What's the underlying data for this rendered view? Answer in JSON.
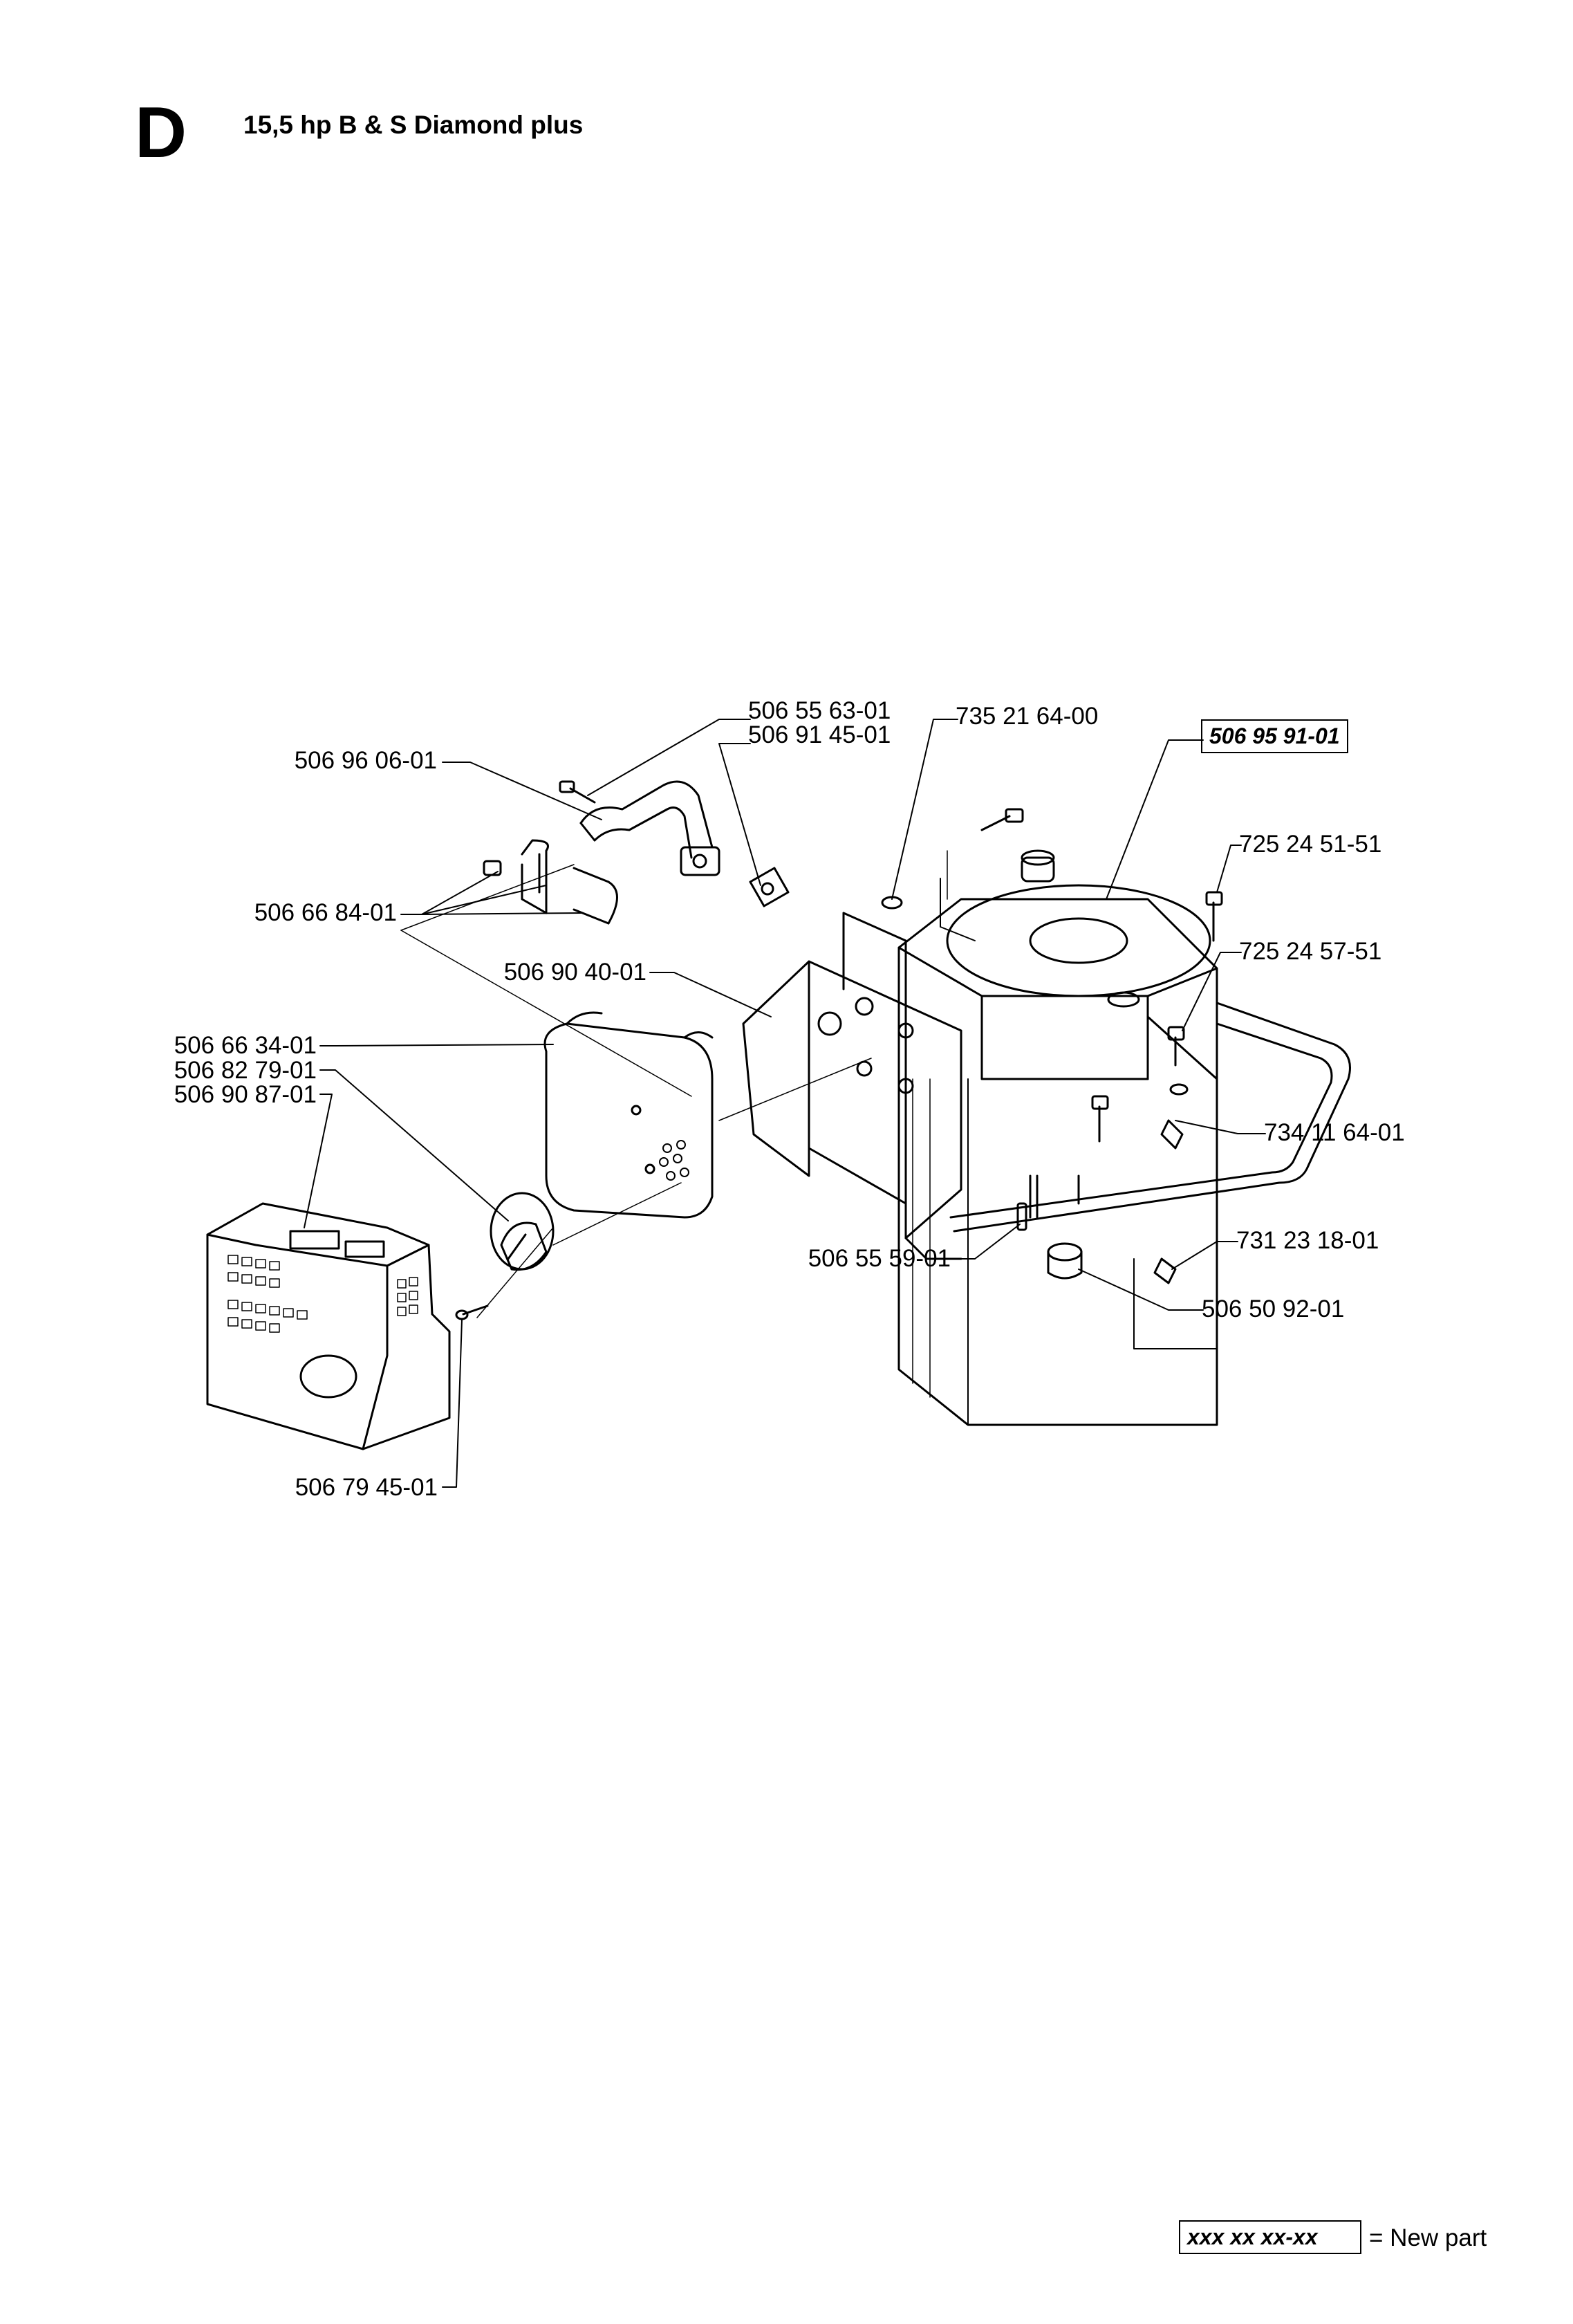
{
  "header": {
    "section_letter": "D",
    "title": "15,5 hp B & S Diamond plus"
  },
  "parts": [
    {
      "id": "p1",
      "number": "506 55 63-01"
    },
    {
      "id": "p2",
      "number": "506 91 45-01"
    },
    {
      "id": "p3",
      "number": "735 21 64-00"
    },
    {
      "id": "p4",
      "number": "506 95 91-01",
      "new": true
    },
    {
      "id": "p5",
      "number": "506 96 06-01"
    },
    {
      "id": "p6",
      "number": "725 24 51-51"
    },
    {
      "id": "p7",
      "number": "506 66 84-01"
    },
    {
      "id": "p8",
      "number": "725 24 57-51"
    },
    {
      "id": "p9",
      "number": "506 90 40-01"
    },
    {
      "id": "p10",
      "number": "506 66 34-01"
    },
    {
      "id": "p11",
      "number": "506 82 79-01"
    },
    {
      "id": "p12",
      "number": "506 90 87-01"
    },
    {
      "id": "p13",
      "number": "734 11 64-01"
    },
    {
      "id": "p14",
      "number": "731 23 18-01"
    },
    {
      "id": "p15",
      "number": "506 55 59-01"
    },
    {
      "id": "p16",
      "number": "506 50 92-01"
    },
    {
      "id": "p17",
      "number": "506 79 45-01"
    }
  ],
  "legend": {
    "sample": "xxx xx xx-xx",
    "text": "= New part"
  }
}
